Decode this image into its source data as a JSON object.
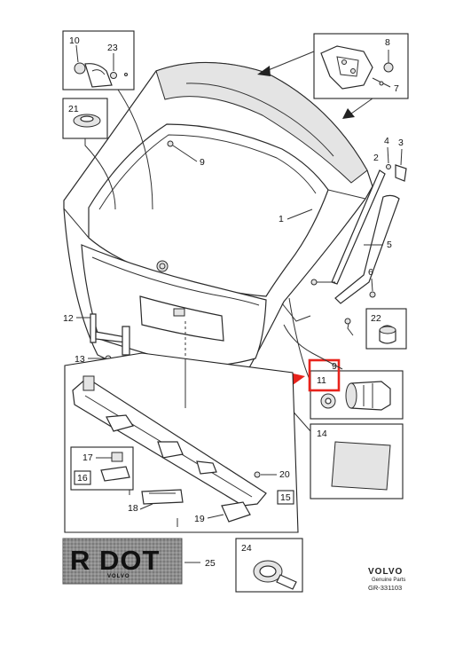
{
  "callouts": {
    "n1": "1",
    "n2": "2",
    "n3": "3",
    "n4": "4",
    "n5": "5",
    "n6": "6",
    "n7": "7",
    "n8": "8",
    "n9a": "9",
    "n9b": "9",
    "n10": "10",
    "n11": "11",
    "n12": "12",
    "n13": "13",
    "n14": "14",
    "n15": "15",
    "n16": "16",
    "n17": "17",
    "n18": "18",
    "n19": "19",
    "n20": "20",
    "n21": "21",
    "n22": "22",
    "n23": "23",
    "n24": "24",
    "n25": "25"
  },
  "logo": {
    "rdot_text": "R DOT",
    "rdot_subtext": "VOLVO"
  },
  "brand": {
    "name": "VOLVO",
    "line": "Genuine Parts",
    "ref": "GR-331103"
  },
  "highlight": {
    "color": "#e8231c",
    "target_callout": "11"
  },
  "colors": {
    "line": "#2b2b2b",
    "accent": "#e8231c",
    "logo_bg": "#8e8e8e"
  }
}
